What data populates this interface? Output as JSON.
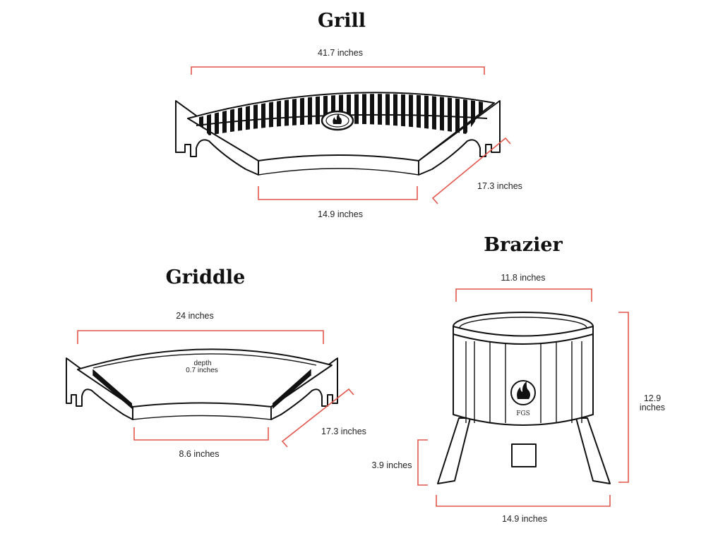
{
  "grill": {
    "title": "Grill",
    "width_top": "41.7 inches",
    "width_front": "14.9 inches",
    "depth": "17.3 inches"
  },
  "griddle": {
    "title": "Griddle",
    "width_top": "24 inches",
    "depth_label": "depth",
    "depth_value": "0.7 inches",
    "side_depth": "17.3 inches",
    "width_front": "8.6 inches"
  },
  "brazier": {
    "title": "Brazier",
    "width_top": "11.8 inches",
    "height": "12.9",
    "height_unit": "inches",
    "leg_height": "3.9 inches",
    "base_width": "14.9 inches",
    "logo_text": "FGS"
  },
  "colors": {
    "dimension_line": "#e2574c",
    "outline": "#111111",
    "background": "#ffffff"
  }
}
